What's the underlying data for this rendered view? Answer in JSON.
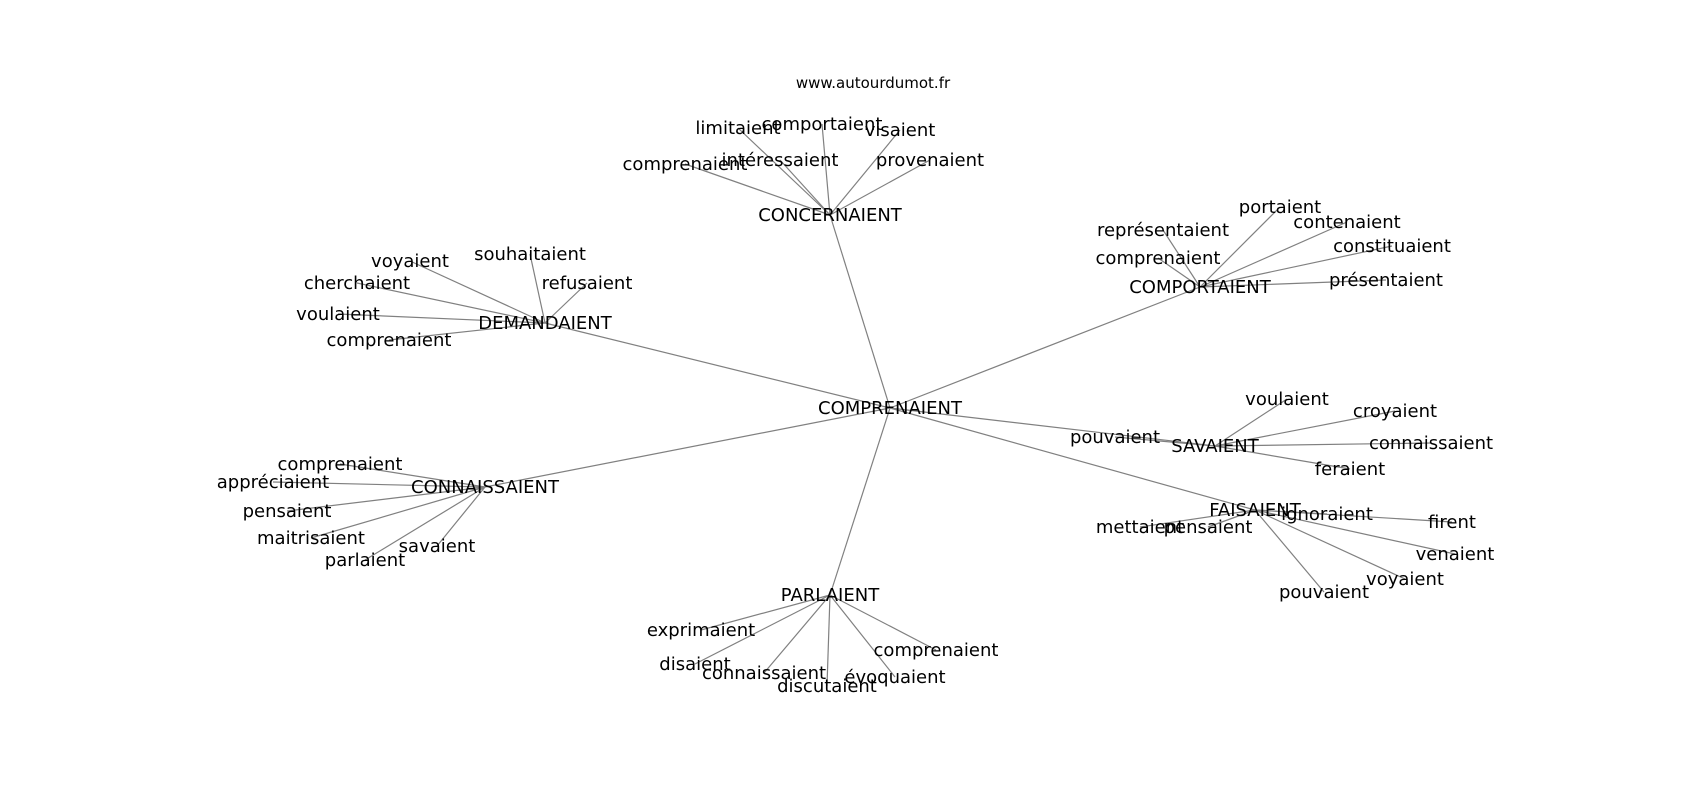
{
  "site": "www.autourdumot.fr",
  "center": "COMPRENAIENT",
  "hubs": [
    {
      "label": "CONCERNAIENT",
      "leaves": [
        "limitaient",
        "comportaient",
        "visaient",
        "intéressaient",
        "provenaient",
        "comprenaient"
      ]
    },
    {
      "label": "COMPORTAIENT",
      "leaves": [
        "portaient",
        "représentaient",
        "contenaient",
        "constituaient",
        "comprenaient",
        "présentaient"
      ]
    },
    {
      "label": "DEMANDAIENT",
      "leaves": [
        "voyaient",
        "souhaitaient",
        "refusaient",
        "cherchaient",
        "voulaient",
        "comprenaient"
      ]
    },
    {
      "label": "SAVAIENT",
      "leaves": [
        "voulaient",
        "croyaient",
        "connaissaient",
        "pouvaient",
        "feraient"
      ]
    },
    {
      "label": "FAISAIENT",
      "leaves": [
        "ignoraient",
        "firent",
        "venaient",
        "voyaient",
        "pouvaient",
        "mettaient",
        "pensaient"
      ]
    },
    {
      "label": "CONNAISSAIENT",
      "leaves": [
        "comprenaient",
        "appréciaient",
        "pensaient",
        "maitrisaient",
        "parlaient",
        "savaient"
      ]
    },
    {
      "label": "PARLAIENT",
      "leaves": [
        "exprimaient",
        "disaient",
        "connaissaient",
        "discutaient",
        "évoquaient",
        "comprenaient"
      ]
    }
  ]
}
